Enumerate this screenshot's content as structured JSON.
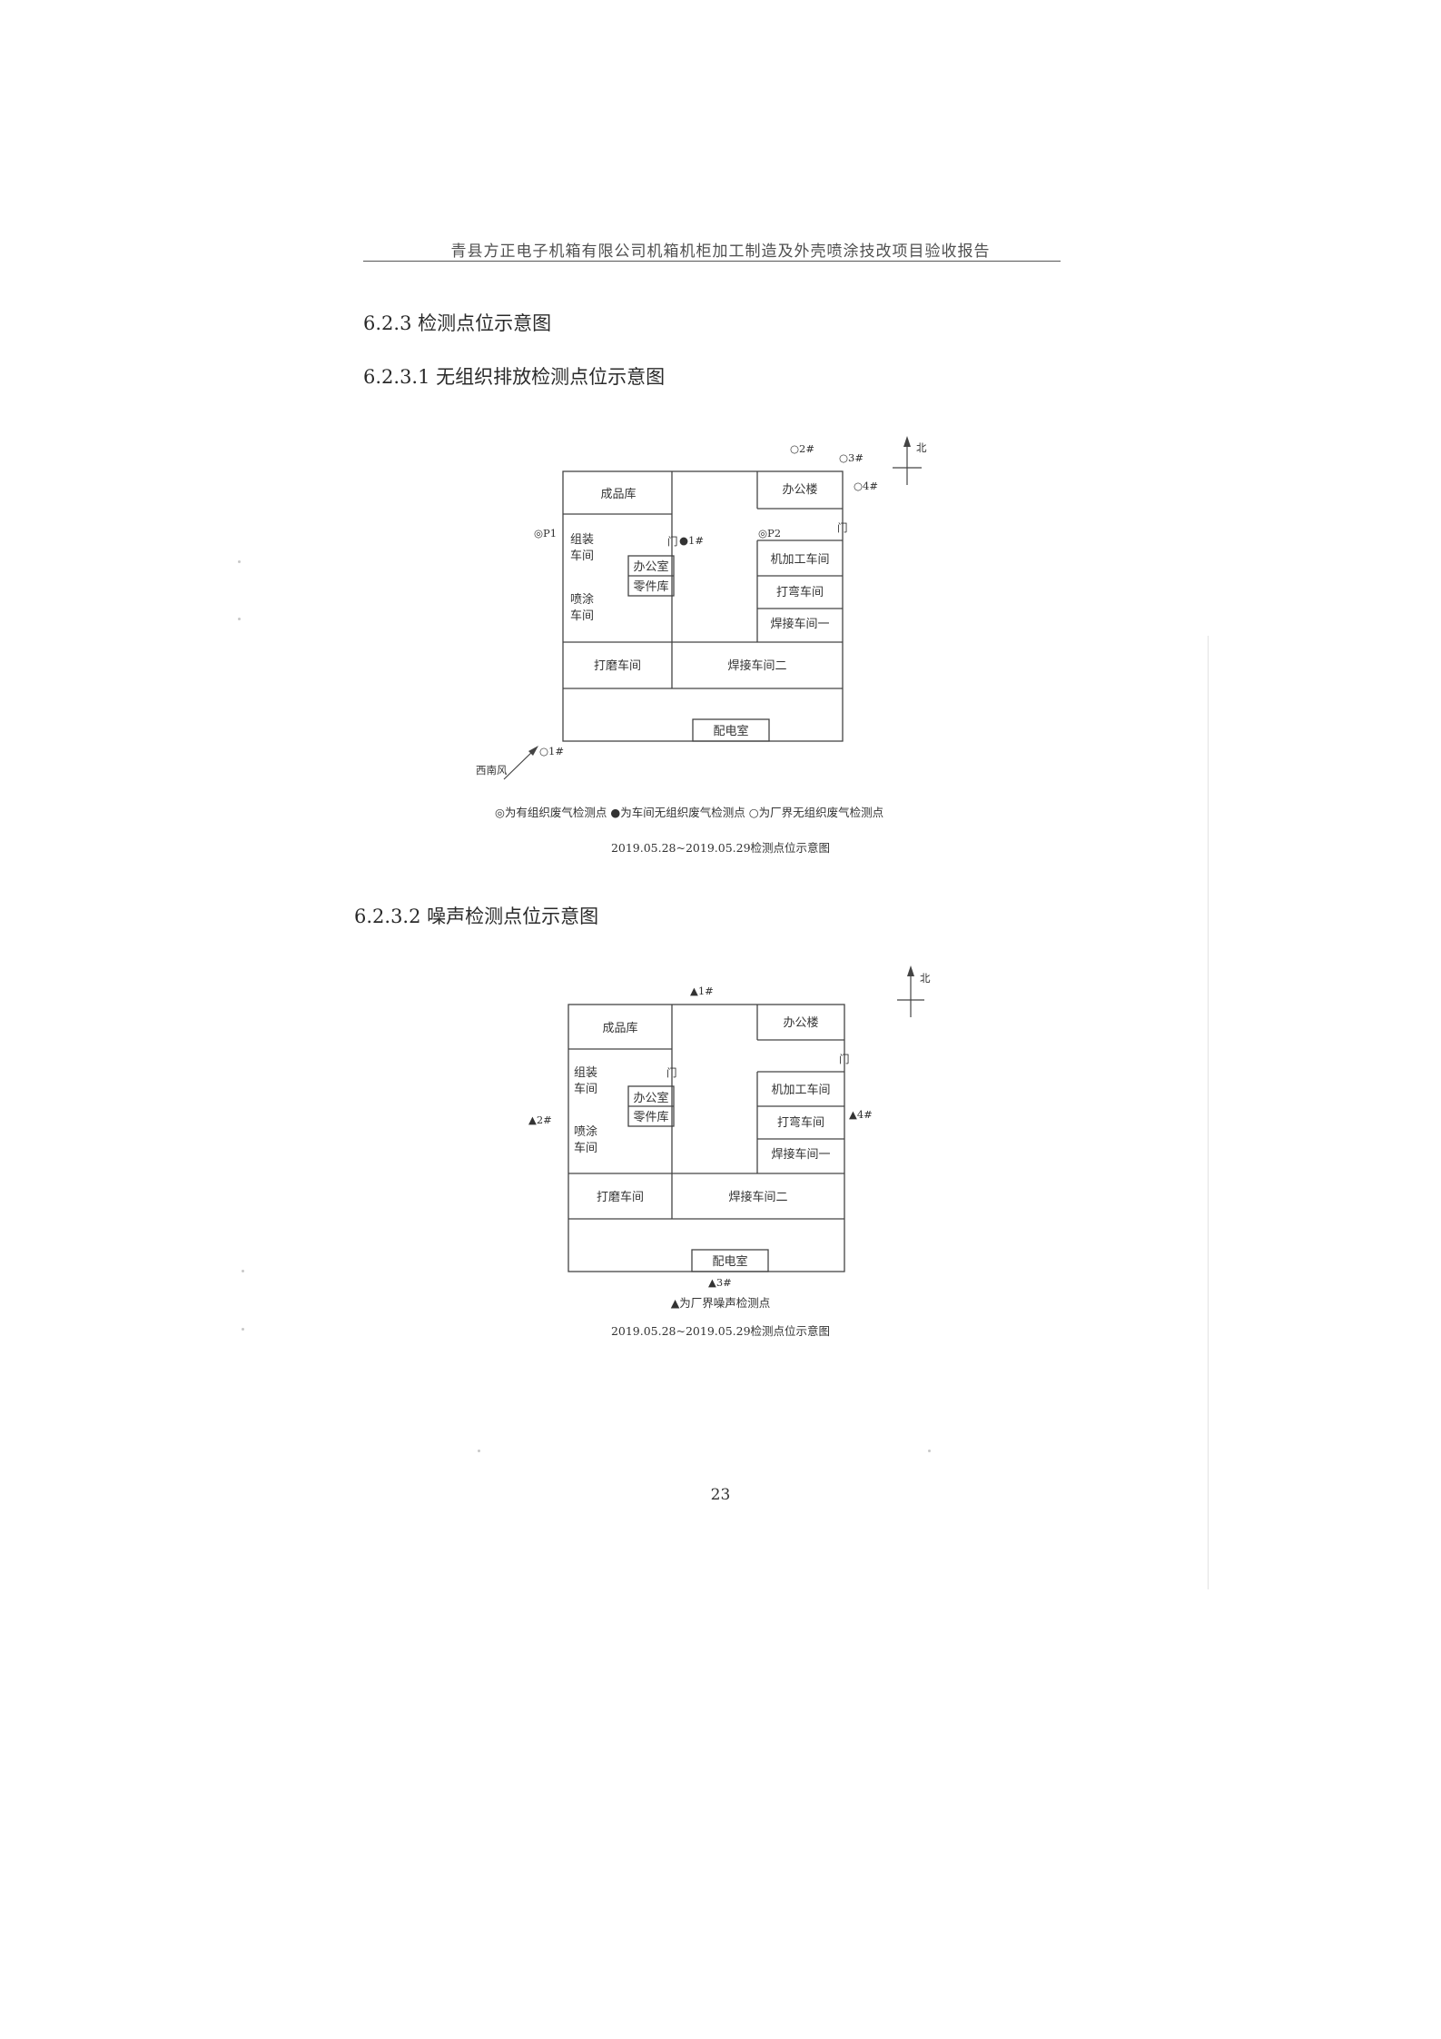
{
  "header": {
    "title": "青县方正电子机箱有限公司机箱机柜加工制造及外壳喷涂技改项目验收报告"
  },
  "sections": {
    "s623": "6.2.3  检测点位示意图",
    "s6231": "6.2.3.1 无组织排放检测点位示意图",
    "s6232": "6.2.3.2 噪声检测点位示意图"
  },
  "rooms": {
    "chengpinku": "成品库",
    "bangonglou": "办公楼",
    "zuzhuang_1": "组装",
    "zuzhuang_2": "车间",
    "pentu_1": "喷涂",
    "pentu_2": "车间",
    "bangongshi": "办公室",
    "lingjianku": "零件库",
    "jijiagong": "机加工车间",
    "dawan": "打弯车间",
    "hanjie1": "焊接车间一",
    "damo": "打磨车间",
    "hanjie2": "焊接车间二",
    "peidianshi": "配电室",
    "door": "门"
  },
  "diagram1": {
    "points": {
      "o2": "○2#",
      "o3": "○3#",
      "o4": "○4#",
      "o1": "○1#",
      "p1": "◎P1",
      "p2": "◎P2",
      "b1": "●1#"
    },
    "north": "北",
    "wind": "西南风",
    "legend": "◎为有组织废气检测点  ●为车间无组织废气检测点  ○为厂界无组织废气检测点",
    "caption": "2019.05.28~2019.05.29检测点位示意图"
  },
  "diagram2": {
    "points": {
      "t1": "▲1#",
      "t2": "▲2#",
      "t3": "▲3#",
      "t4": "▲4#"
    },
    "north": "北",
    "legend": "▲为厂界噪声检测点",
    "caption": "2019.05.28~2019.05.29检测点位示意图"
  },
  "page": {
    "number": "23"
  }
}
